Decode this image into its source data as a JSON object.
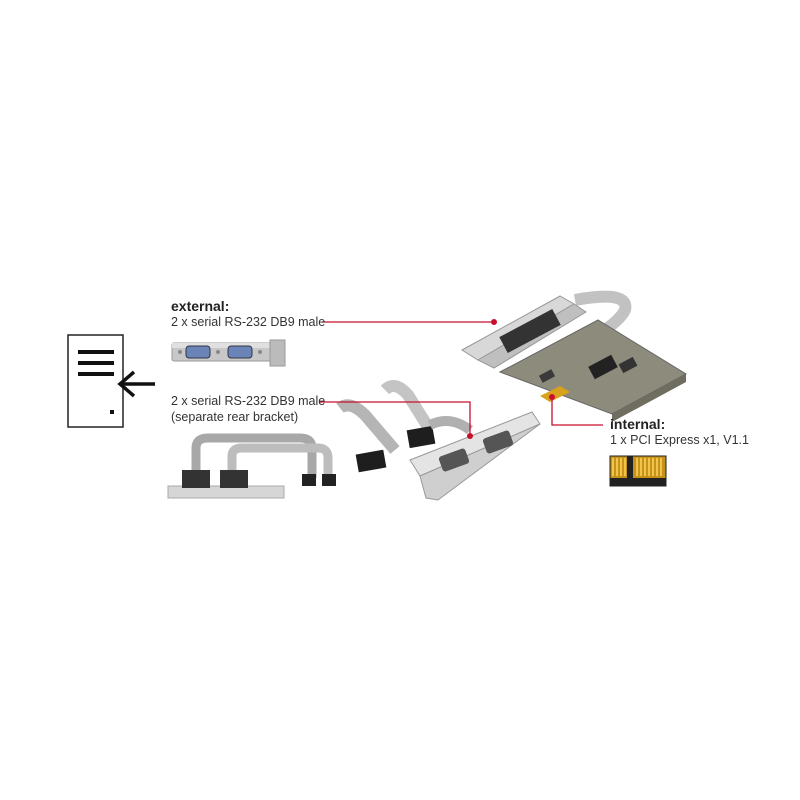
{
  "external": {
    "heading": "external:",
    "line1": "2 x serial RS-232 DB9 male"
  },
  "bracket": {
    "line1": "2 x serial RS-232 DB9 male",
    "line2": "(separate rear bracket)"
  },
  "internal": {
    "heading": "internal:",
    "line1": "1 x PCI Express x1, V1.1"
  },
  "colors": {
    "leader_line": "#c8102e",
    "pcb": "#8a8a7a",
    "gold": "#d9a21c",
    "bracket_metal": "#d0d0d0",
    "ribbon": "#b8b8b8"
  },
  "icons": {
    "left_symbol": "document-import-icon"
  }
}
